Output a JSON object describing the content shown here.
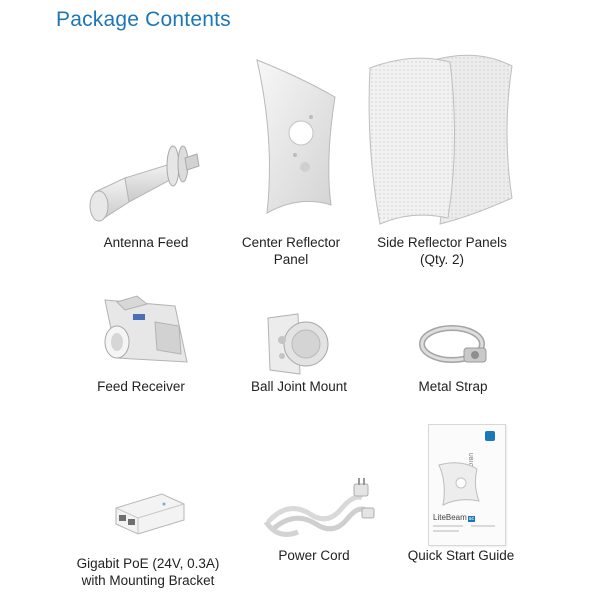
{
  "title": "Package Contents",
  "items": [
    {
      "lines": [
        "Antenna Feed"
      ],
      "icon": "antenna-feed-icon"
    },
    {
      "lines": [
        "Center Reflector",
        "Panel"
      ],
      "icon": "center-reflector-icon"
    },
    {
      "lines": [
        "Side Reflector Panels",
        "(Qty. 2)"
      ],
      "icon": "side-reflector-panels-icon"
    },
    {
      "lines": [
        "Feed Receiver"
      ],
      "icon": "feed-receiver-icon"
    },
    {
      "lines": [
        "Ball Joint Mount"
      ],
      "icon": "ball-joint-mount-icon"
    },
    {
      "lines": [
        "Metal Strap"
      ],
      "icon": "metal-strap-icon"
    },
    {
      "lines": [
        "Gigabit PoE (24V, 0.3A)",
        "with Mounting Bracket"
      ],
      "icon": "poe-adapter-icon"
    },
    {
      "lines": [
        "Power Cord"
      ],
      "icon": "power-cord-icon"
    },
    {
      "lines": [
        "Quick Start Guide"
      ],
      "icon": "quick-start-guide-icon"
    }
  ],
  "guide": {
    "brand": "UBIQUITI",
    "product": "LiteBeam",
    "product_badge": "ac"
  }
}
